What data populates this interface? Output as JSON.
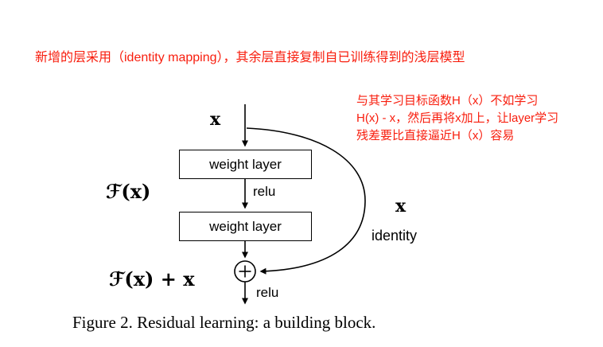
{
  "annotations": {
    "top_note": "新增的层采用（identity mapping），其余层直接复制自已训练得到的浅层模型",
    "side_note_lines": [
      "与其学习目标函数H（x）不如学习",
      "H(x) - x，然后再将x加上，让layer学习",
      "残差要比直接逼近H（x）容易"
    ],
    "note_color": "#f81d0d"
  },
  "diagram": {
    "input_label": "x",
    "weight_layer_1": "weight layer",
    "relu_mid": "relu",
    "weight_layer_2": "weight layer",
    "f_label": "ℱ(x)",
    "output_label": "ℱ(x) + x",
    "relu_bottom": "relu",
    "identity_x": "x",
    "identity_label": "identity"
  },
  "caption": "Figure 2. Residual learning: a building block."
}
